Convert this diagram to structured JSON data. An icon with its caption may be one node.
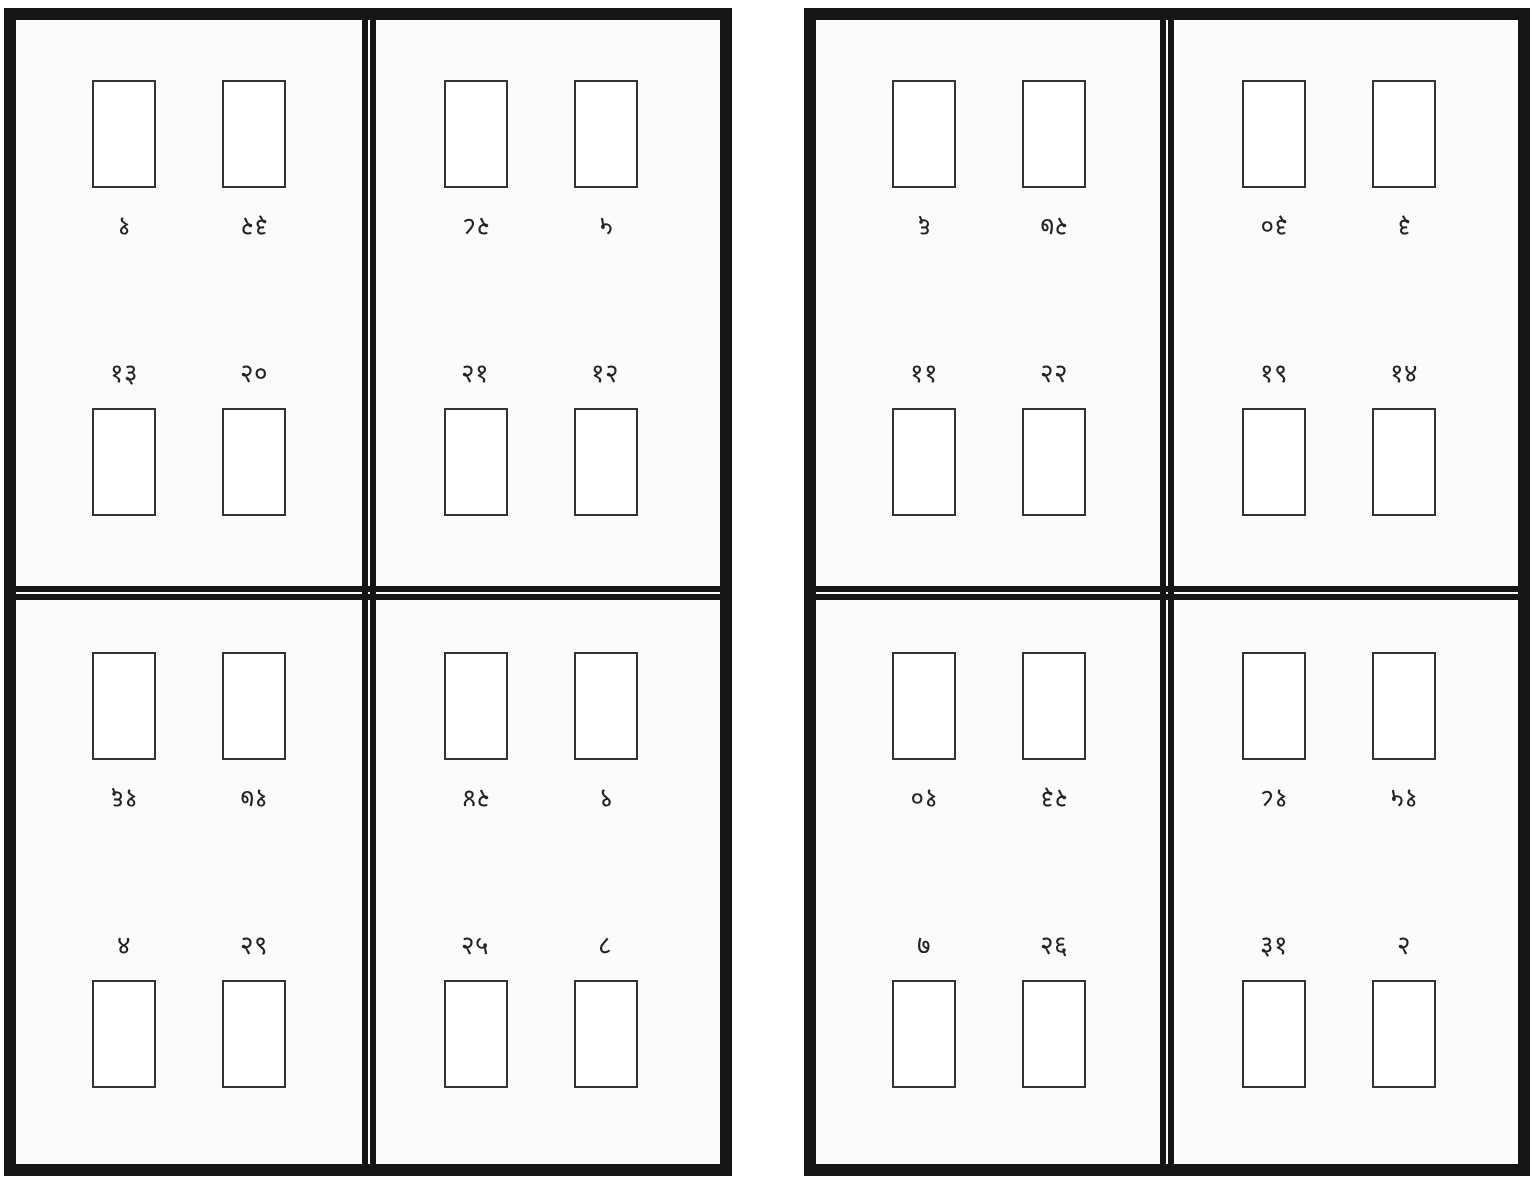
{
  "diagram": {
    "nodes": [
      {
        "text": [],
        "shape": "box"
      },
      {
        "text": [],
        "shape": "box",
        "in": 0
      },
      {
        "text": [],
        "shape": "box",
        "in": 1,
        "beside": [
          "१"
        ]
      },
      {
        "text": [],
        "shape": "box",
        "in": 1,
        "beside": [
          "३२"
        ]
      },
      {
        "text": [],
        "shape": "box",
        "in": 1,
        "beside": [
          "१३"
        ]
      },
      {
        "text": [],
        "shape": "box",
        "in": 1,
        "beside": [
          "२०"
        ]
      },
      {
        "text": [],
        "shape": "box",
        "in": 0
      },
      {
        "text": [],
        "shape": "box",
        "in": 6,
        "beside": [
          "२८"
        ]
      },
      {
        "text": [],
        "shape": "box",
        "in": 6,
        "beside": [
          "५"
        ]
      },
      {
        "text": [],
        "shape": "box",
        "in": 6,
        "beside": [
          "२१"
        ]
      },
      {
        "text": [],
        "shape": "box",
        "in": 6,
        "beside": [
          "१२"
        ]
      },
      {
        "text": [],
        "shape": "box",
        "in": 0
      },
      {
        "text": [],
        "shape": "box",
        "in": 11,
        "beside": [
          "१६"
        ]
      },
      {
        "text": [],
        "shape": "box",
        "in": 11,
        "beside": [
          "१७"
        ]
      },
      {
        "text": [],
        "shape": "box",
        "in": 11,
        "beside": [
          "४"
        ]
      },
      {
        "text": [],
        "shape": "box",
        "in": 11,
        "beside": [
          "२९"
        ]
      },
      {
        "text": [],
        "shape": "box",
        "in": 0
      },
      {
        "text": [],
        "shape": "box",
        "in": 16,
        "beside": [
          "२४"
        ]
      },
      {
        "text": [],
        "shape": "box",
        "in": 16,
        "beside": [
          "९"
        ]
      },
      {
        "text": [],
        "shape": "box",
        "in": 16,
        "beside": [
          "२५"
        ]
      },
      {
        "text": [],
        "shape": "box",
        "in": 16,
        "beside": [
          "८"
        ]
      },
      {
        "text": [],
        "shape": "box"
      },
      {
        "text": [],
        "shape": "box",
        "in": 21
      },
      {
        "text": [],
        "shape": "box",
        "in": 22,
        "beside": [
          "६"
        ]
      },
      {
        "text": [],
        "shape": "box",
        "in": 22,
        "beside": [
          "२७"
        ]
      },
      {
        "text": [],
        "shape": "box",
        "in": 22,
        "beside": [
          "११"
        ]
      },
      {
        "text": [],
        "shape": "box",
        "in": 22,
        "beside": [
          "२२"
        ]
      },
      {
        "text": [],
        "shape": "box",
        "in": 21
      },
      {
        "text": [],
        "shape": "box",
        "in": 27,
        "beside": [
          "३०"
        ]
      },
      {
        "text": [],
        "shape": "box",
        "in": 27,
        "beside": [
          "३"
        ]
      },
      {
        "text": [],
        "shape": "box",
        "in": 27,
        "beside": [
          "१९"
        ]
      },
      {
        "text": [],
        "shape": "box",
        "in": 27,
        "beside": [
          "१४"
        ]
      },
      {
        "text": [],
        "shape": "box",
        "in": 21
      },
      {
        "text": [],
        "shape": "box",
        "in": 32,
        "beside": [
          "१०"
        ]
      },
      {
        "text": [],
        "shape": "box",
        "in": 32,
        "beside": [
          "२३"
        ]
      },
      {
        "text": [],
        "shape": "box",
        "in": 32,
        "beside": [
          "७"
        ]
      },
      {
        "text": [],
        "shape": "box",
        "in": 32,
        "beside": [
          "२६"
        ]
      },
      {
        "text": [],
        "shape": "box",
        "in": 21
      },
      {
        "text": [],
        "shape": "box",
        "in": 37,
        "beside": [
          "१८"
        ]
      },
      {
        "text": [],
        "shape": "box",
        "in": 37,
        "beside": [
          "१५"
        ]
      },
      {
        "text": [],
        "shape": "box",
        "in": 37,
        "beside": [
          "३१"
        ]
      },
      {
        "text": [],
        "shape": "box",
        "in": 37,
        "beside": [
          "२"
        ]
      }
    ]
  }
}
